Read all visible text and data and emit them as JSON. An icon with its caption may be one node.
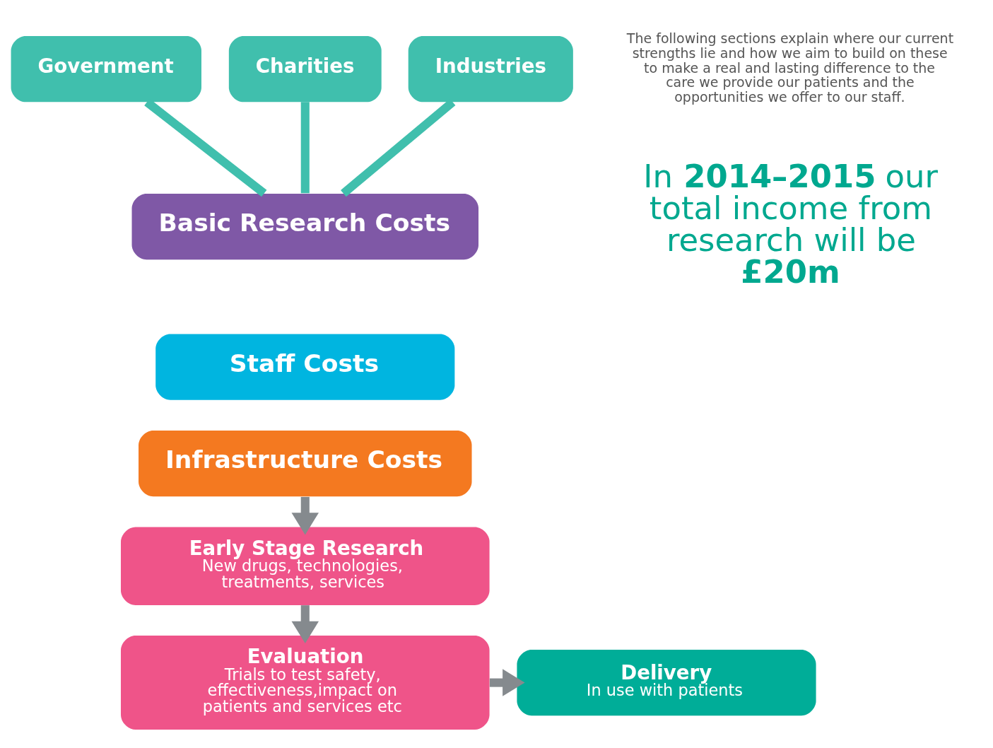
{
  "diagram": {
    "nodes": [
      {
        "text": [
          "Government"
        ]
      },
      {
        "text": [
          "Charities"
        ]
      },
      {
        "text": [
          "Industries"
        ]
      },
      {
        "text": [
          "Basic Research Costs"
        ]
      },
      {
        "text": [
          "Staff Costs"
        ]
      },
      {
        "text": [
          "Infrastructure Costs"
        ]
      },
      {
        "text": [
          "Early Stage Research",
          "New drugs, technologies, treatments, services"
        ]
      },
      {
        "text": [
          "Evaluation",
          "Trials to test safety, effectiveness,impact on patients and services etc"
        ]
      },
      {
        "text": [
          "Delivery",
          "In use with patients"
        ]
      }
    ],
    "edges": [
      {
        "from": 0,
        "to": 3,
        "arrow": "none",
        "color": "#40bfad"
      },
      {
        "from": 1,
        "to": 3,
        "arrow": "none",
        "color": "#40bfad"
      },
      {
        "from": 2,
        "to": 3,
        "arrow": "none",
        "color": "#40bfad"
      },
      {
        "from": 5,
        "to": 6,
        "arrow": "to"
      },
      {
        "from": 6,
        "to": 7,
        "arrow": "to"
      },
      {
        "from": 7,
        "to": 8,
        "arrow": "to"
      }
    ],
    "labels": [
      "The following sections explain where our current strengths lie and how we aim to build on these to make a real and lasting difference to the care we provide our patients and the opportunities we offer to our staff.",
      "In **2014–2015** our total income from research will be **£20m**"
    ]
  }
}
